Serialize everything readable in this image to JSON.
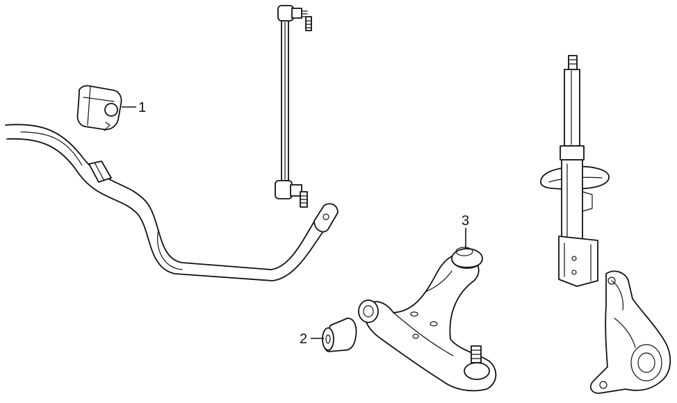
{
  "diagram": {
    "callouts": [
      {
        "label": "1",
        "part": "stabilizer-bar-bushing"
      },
      {
        "label": "2",
        "part": "lower-arm-bushing"
      },
      {
        "label": "3",
        "part": "lower-arm-rear-bushing"
      }
    ]
  }
}
